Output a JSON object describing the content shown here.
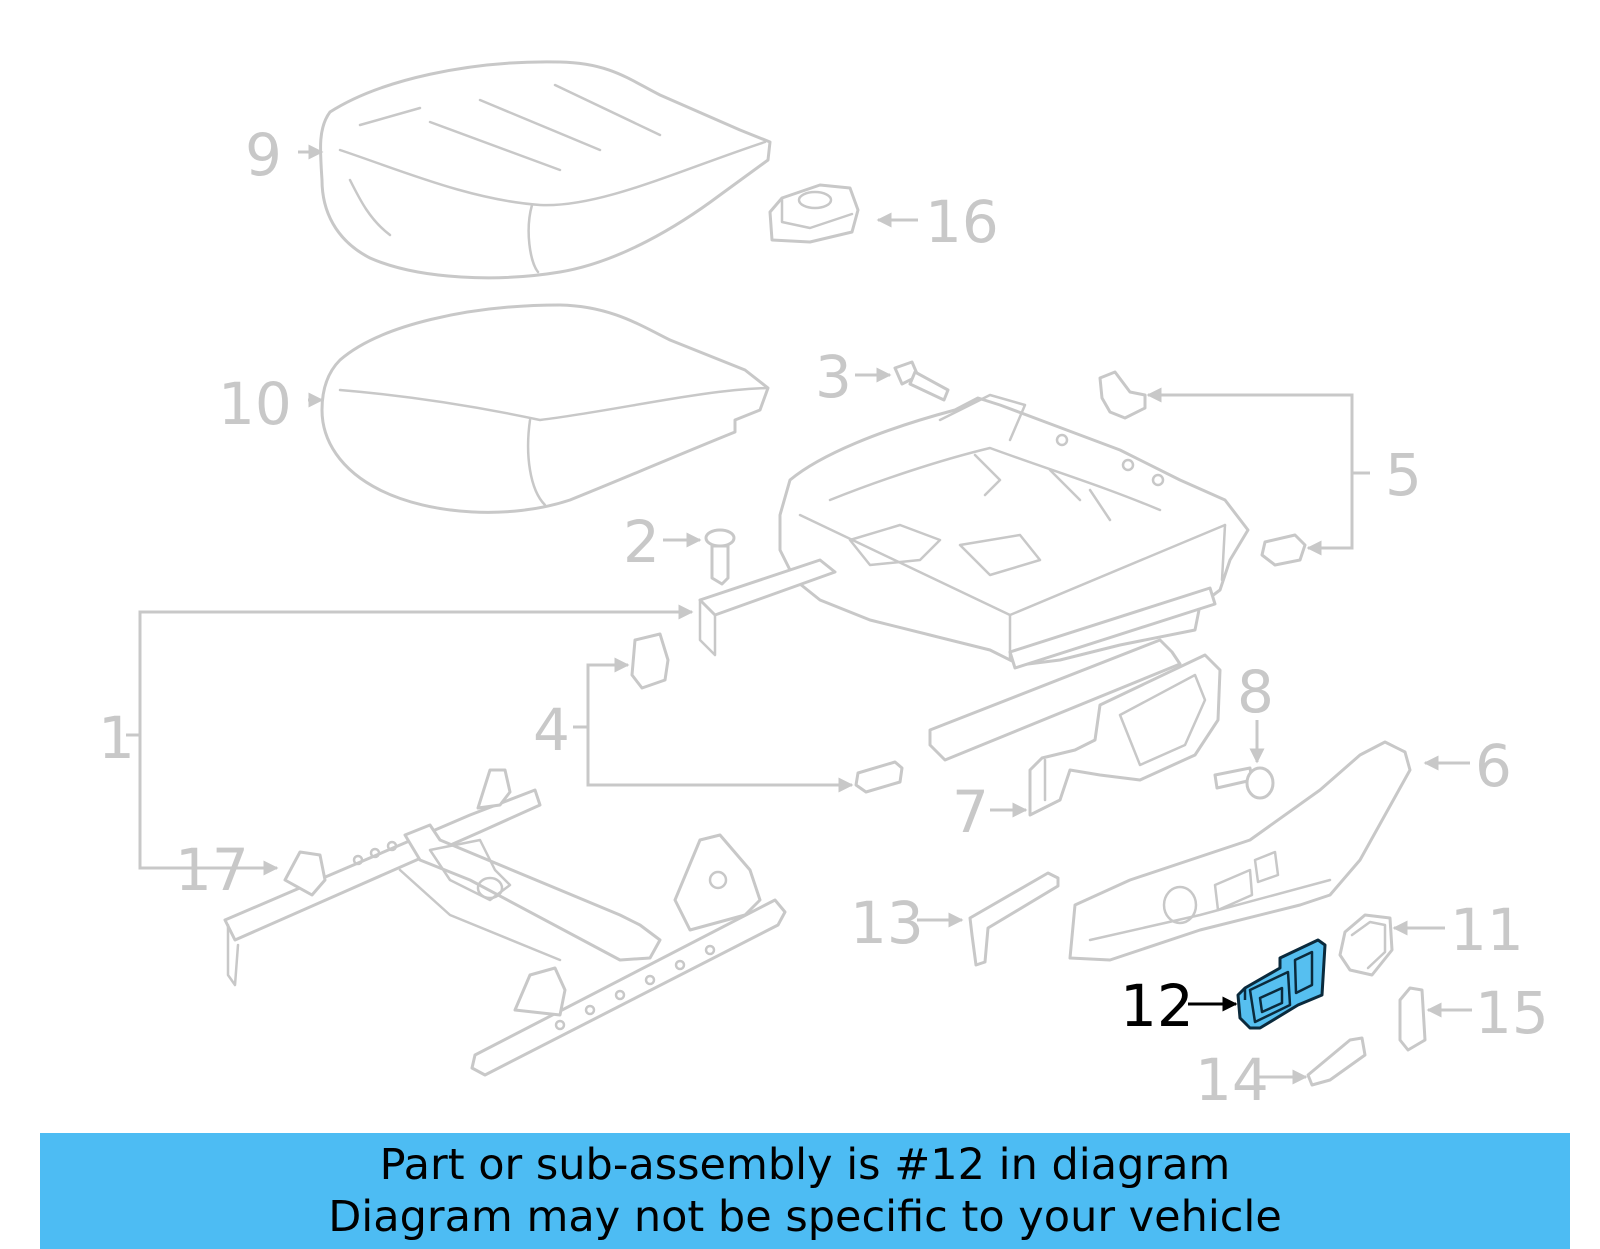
{
  "diagram": {
    "colors": {
      "outline": "#c8c8c8",
      "highlight_fill": "#56bff0",
      "highlight_stroke": "#0b2a3c",
      "banner": "#4dbcf3"
    },
    "callouts": [
      {
        "id": "9",
        "label": "9"
      },
      {
        "id": "16",
        "label": "16"
      },
      {
        "id": "10",
        "label": "10"
      },
      {
        "id": "3",
        "label": "3"
      },
      {
        "id": "5",
        "label": "5"
      },
      {
        "id": "2",
        "label": "2"
      },
      {
        "id": "1",
        "label": "1"
      },
      {
        "id": "4",
        "label": "4"
      },
      {
        "id": "8",
        "label": "8"
      },
      {
        "id": "6",
        "label": "6"
      },
      {
        "id": "7",
        "label": "7"
      },
      {
        "id": "17",
        "label": "17"
      },
      {
        "id": "13",
        "label": "13"
      },
      {
        "id": "11",
        "label": "11"
      },
      {
        "id": "12",
        "label": "12",
        "highlighted": true
      },
      {
        "id": "15",
        "label": "15"
      },
      {
        "id": "14",
        "label": "14"
      }
    ]
  },
  "banner": {
    "line1": "Part or sub-assembly is #12 in diagram",
    "line2": "Diagram may not be specific to your vehicle"
  }
}
